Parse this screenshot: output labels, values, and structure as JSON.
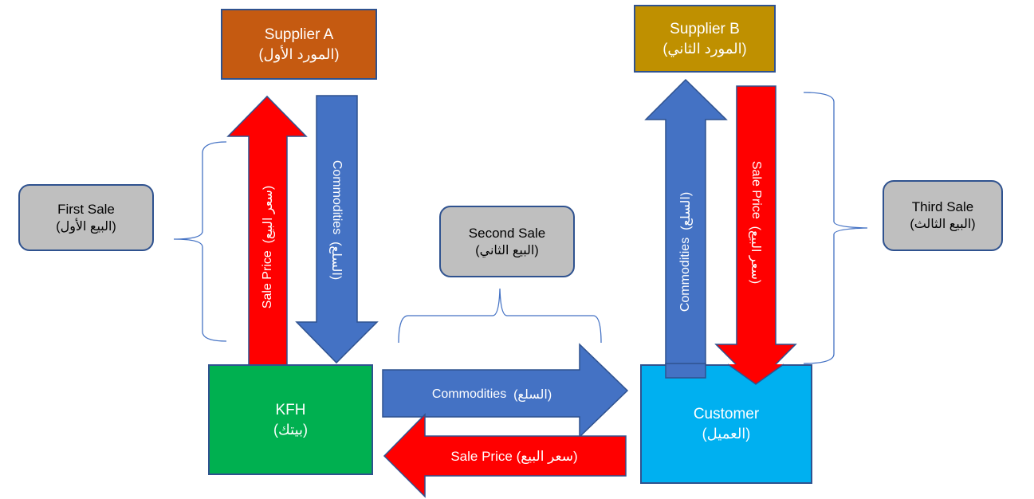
{
  "colors": {
    "supplier_a": "#C55A11",
    "supplier_b": "#BF9000",
    "kfh": "#00B050",
    "customer": "#00B0F0",
    "commodities_arrow": "#4472C4",
    "sale_price_arrow": "#FF0000",
    "label_fill": "#BFBFBF",
    "outline": "#2F528F",
    "brace": "#4472C4"
  },
  "nodes": {
    "supplier_a": {
      "en": "Supplier A",
      "ar": "(المورد الأول)"
    },
    "supplier_b": {
      "en": "Supplier B",
      "ar": "(المورد الثاني)"
    },
    "kfh": {
      "en": "KFH",
      "ar": "(بيتك)"
    },
    "customer": {
      "en": "Customer",
      "ar": "(العميل)"
    }
  },
  "sales": {
    "first": {
      "en": "First Sale",
      "ar": "(البيع الأول)"
    },
    "second": {
      "en": "Second Sale",
      "ar": "(البيع الثاني)"
    },
    "third": {
      "en": "Third Sale",
      "ar": "(البيع الثالث)"
    }
  },
  "arrows": {
    "kfh_to_supplier_a_price": {
      "en": "Sale Price",
      "ar": "(سعر البيع)",
      "direction": "up"
    },
    "supplier_a_to_kfh_commodities": {
      "en": "Commodities",
      "ar": "(السلع)",
      "direction": "down"
    },
    "kfh_to_customer_commodities": {
      "en": "Commodities",
      "ar": "(السلع)",
      "direction": "right"
    },
    "customer_to_kfh_price": {
      "en": "Sale Price",
      "ar": "(سعر البيع)",
      "direction": "left"
    },
    "customer_to_supplier_b_commodities": {
      "en": "Commodities",
      "ar": "(السلع)",
      "direction": "up"
    },
    "supplier_b_to_customer_price": {
      "en": "Sale Price",
      "ar": "(سعر البيع)",
      "direction": "down"
    }
  }
}
